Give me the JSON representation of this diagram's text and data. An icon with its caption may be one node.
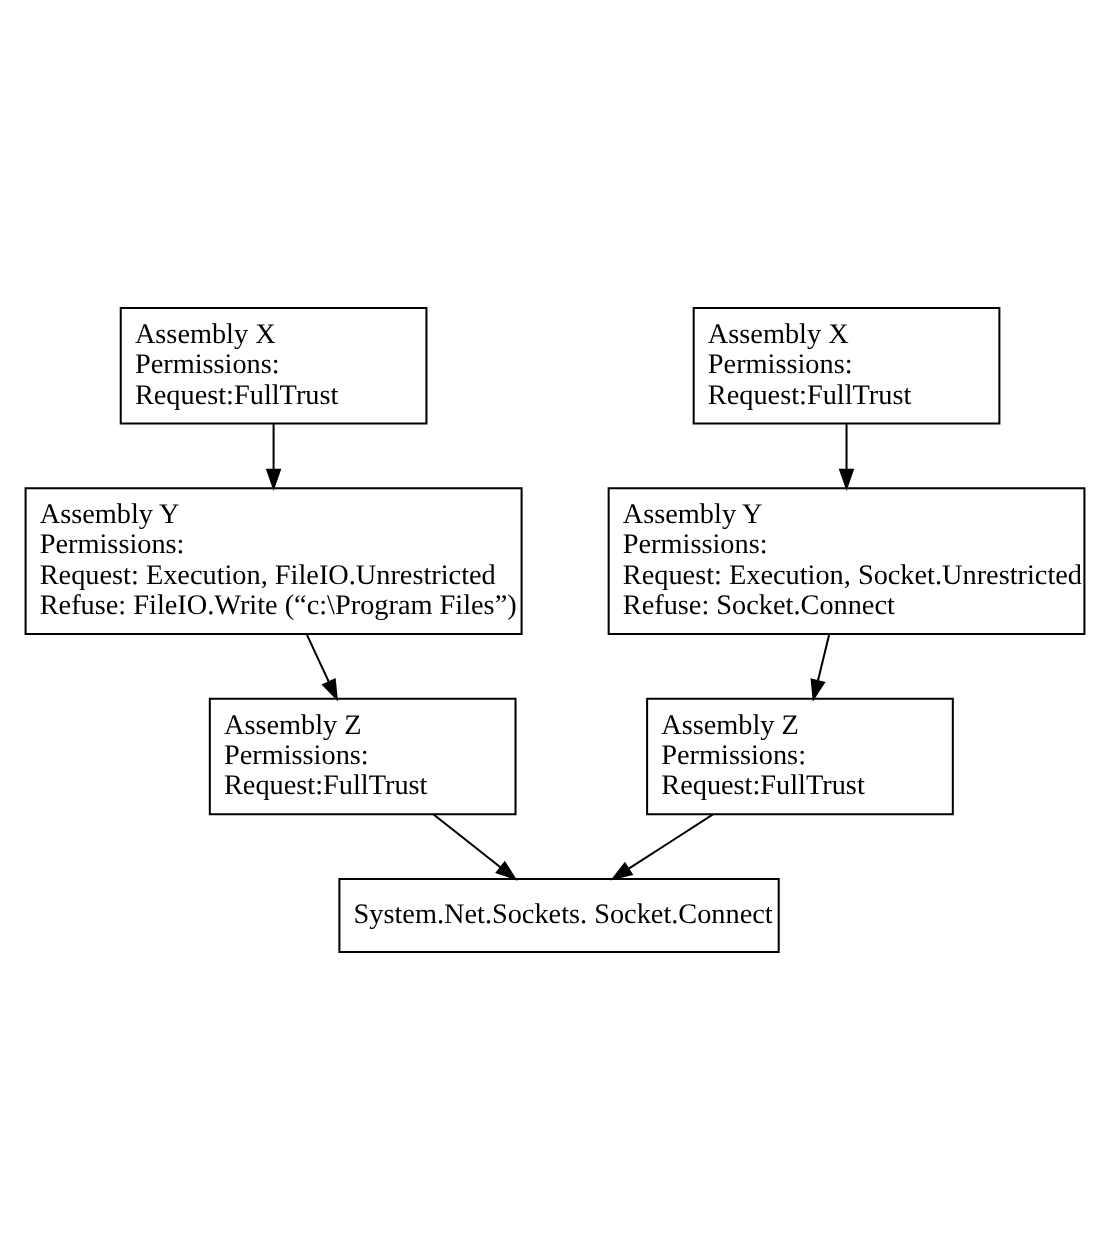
{
  "diagram": {
    "nodes": [
      {
        "text": [
          "Assembly X",
          "Permissions:",
          "Request:FullTrust"
        ]
      },
      {
        "text": [
          "Assembly X",
          "Permissions:",
          "Request:FullTrust"
        ]
      },
      {
        "text": [
          "Assembly Y",
          "Permissions:",
          "Request: Execution, FileIO.Unrestricted",
          "Refuse: FileIO.Write (“c:\\Program Files”)"
        ]
      },
      {
        "text": [
          "Assembly Y",
          "Permissions:",
          "Request: Execution, Socket.Unrestricted",
          "Refuse: Socket.Connect"
        ]
      },
      {
        "text": [
          "Assembly Z",
          "Permissions:",
          "Request:FullTrust"
        ]
      },
      {
        "text": [
          "Assembly Z",
          "Permissions:",
          "Request:FullTrust"
        ]
      },
      {
        "text": [
          "System.Net.Sockets. Socket.Connect"
        ]
      }
    ],
    "edges": [
      {
        "from": 0,
        "to": 2,
        "arrow": "to"
      },
      {
        "from": 2,
        "to": 4,
        "arrow": "to"
      },
      {
        "from": 1,
        "to": 3,
        "arrow": "to"
      },
      {
        "from": 3,
        "to": 5,
        "arrow": "to"
      },
      {
        "from": 4,
        "to": 6,
        "arrow": "to"
      },
      {
        "from": 5,
        "to": 6,
        "arrow": "to"
      }
    ]
  }
}
